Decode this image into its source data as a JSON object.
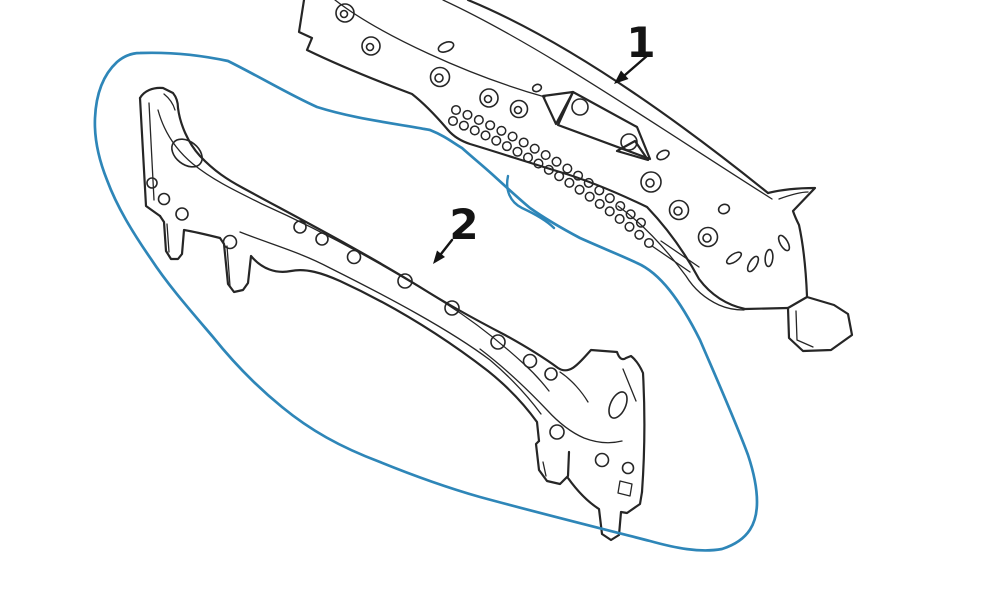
{
  "diagram": {
    "type": "parts-line-diagram",
    "background_color": "#ffffff",
    "line_color": "#262626",
    "highlight_color": "#2e86b8",
    "callouts": [
      {
        "label": "1"
      },
      {
        "label": "2"
      }
    ],
    "circled_callout": "2"
  }
}
